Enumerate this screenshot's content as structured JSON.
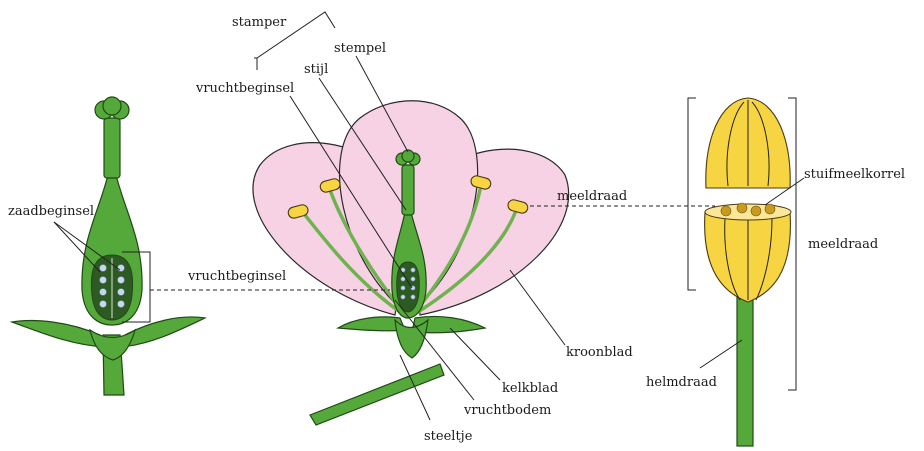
{
  "labels": {
    "stamper": "stamper",
    "stempel": "stempel",
    "stijl": "stijl",
    "vruchtbeginsel_top": "vruchtbeginsel",
    "zaadbeginsel": "zaadbeginsel",
    "vruchtbeginsel_mid": "vruchtbeginsel",
    "meeldraad_mid": "meeldraad",
    "stuifmeelkorrel": "stuifmeelkorrel",
    "meeldraad_right": "meeldraad",
    "kroonblad": "kroonblad",
    "kelkblad": "kelkblad",
    "vruchtbodem": "vruchtbodem",
    "steeltje": "steeltje",
    "helmdraad": "helmdraad"
  },
  "colors": {
    "stem_green": "#55a83a",
    "dark_green": "#2d5a22",
    "petal_pink": "#f6d2e4",
    "anther_yellow": "#f7d442",
    "ovule_blue": "#c9d8e8"
  }
}
